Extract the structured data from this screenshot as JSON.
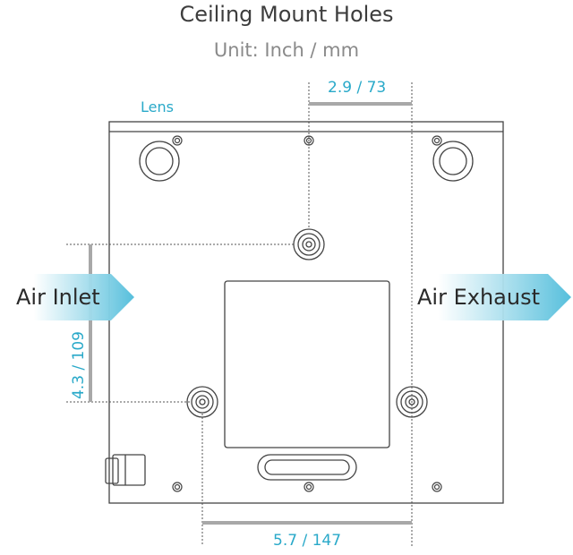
{
  "title": "Ceiling Mount Holes",
  "subtitle": "Unit: Inch / mm",
  "labels": {
    "lens": "Lens",
    "air_inlet": "Air Inlet",
    "air_exhaust": "Air Exhaust"
  },
  "dimensions": {
    "top": "2.9 / 73",
    "left": "4.3 / 109",
    "bottom": "5.7 / 147"
  },
  "colors": {
    "accent": "#29a9c9",
    "arrow_fill": "#56bfdc",
    "outline": "#444444"
  }
}
